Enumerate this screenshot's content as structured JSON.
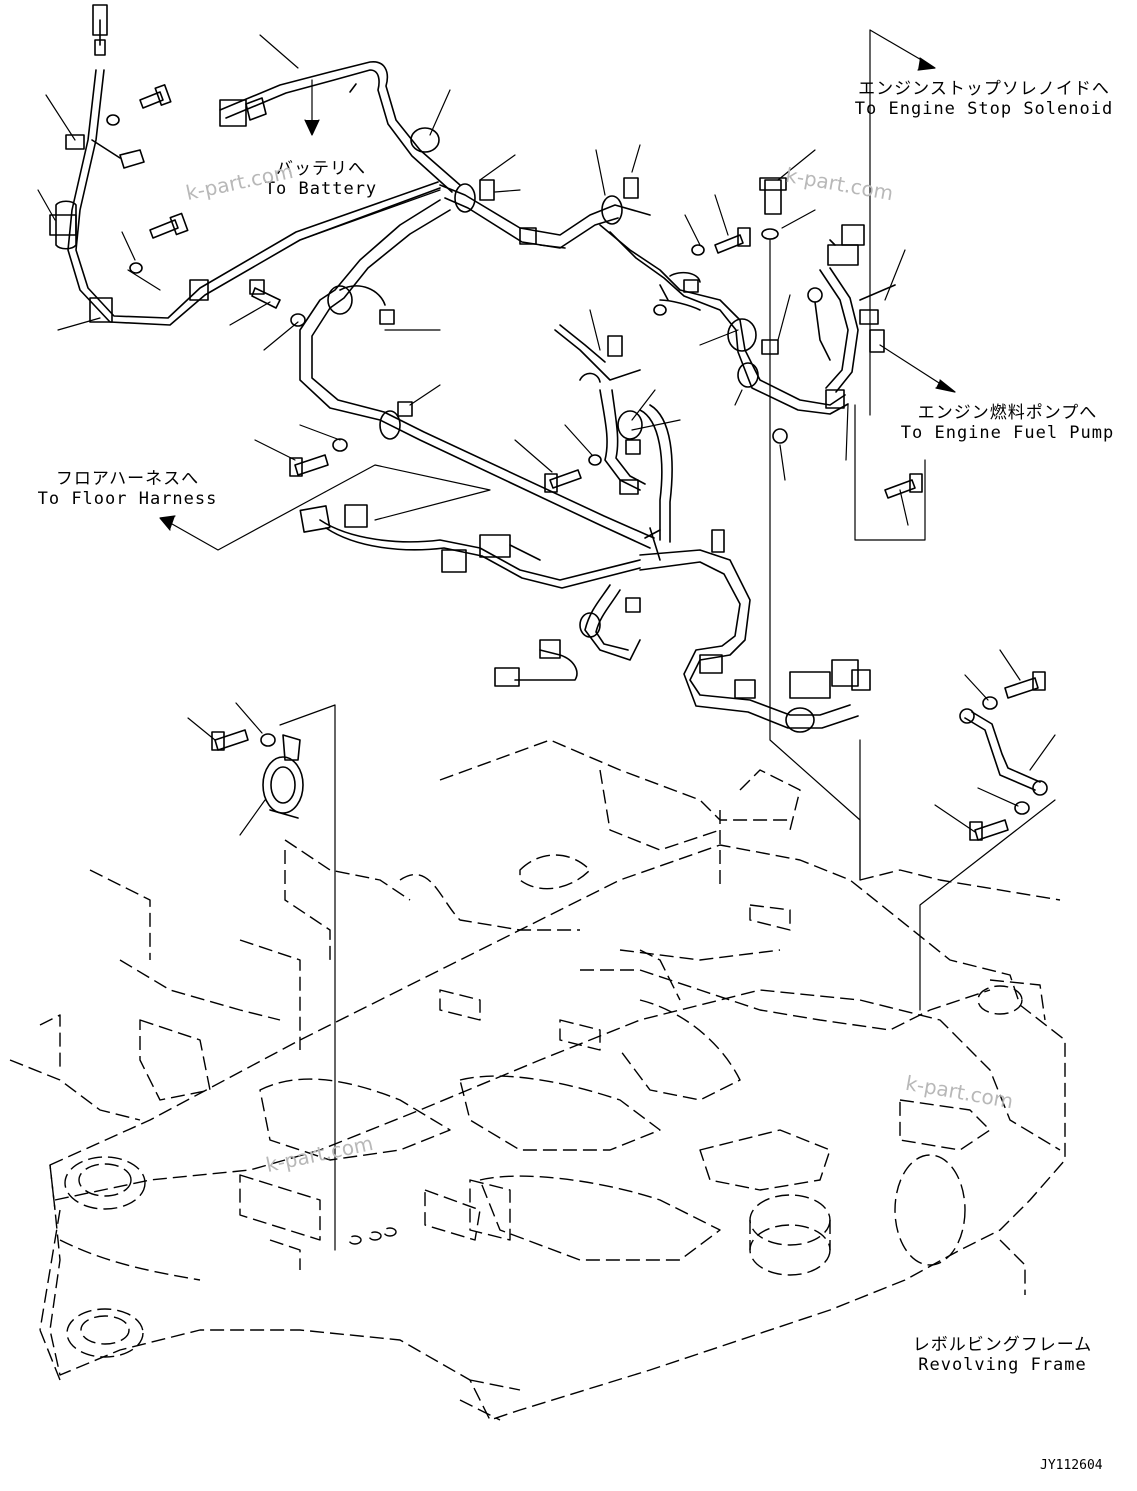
{
  "callouts": {
    "battery": {
      "jp": "バッテリへ",
      "en": "To Battery"
    },
    "engine_stop": {
      "jp": "エンジンストップソレノイドへ",
      "en": "To Engine Stop Solenoid"
    },
    "fuel_pump": {
      "jp": "エンジン燃料ポンプへ",
      "en": "To Engine Fuel Pump"
    },
    "floor_harness": {
      "jp": "フロアハーネスへ",
      "en": "To Floor Harness"
    },
    "revolving_frame": {
      "jp": "レボルビングフレーム",
      "en": "Revolving Frame"
    }
  },
  "watermarks": [
    "k-part.com",
    "k-part.com",
    "k-part.com",
    "k-part.com"
  ],
  "drawing_code": "JY112604",
  "colors": {
    "ink": "#000000",
    "watermark": "#b8b8b8",
    "paper": "#ffffff"
  }
}
